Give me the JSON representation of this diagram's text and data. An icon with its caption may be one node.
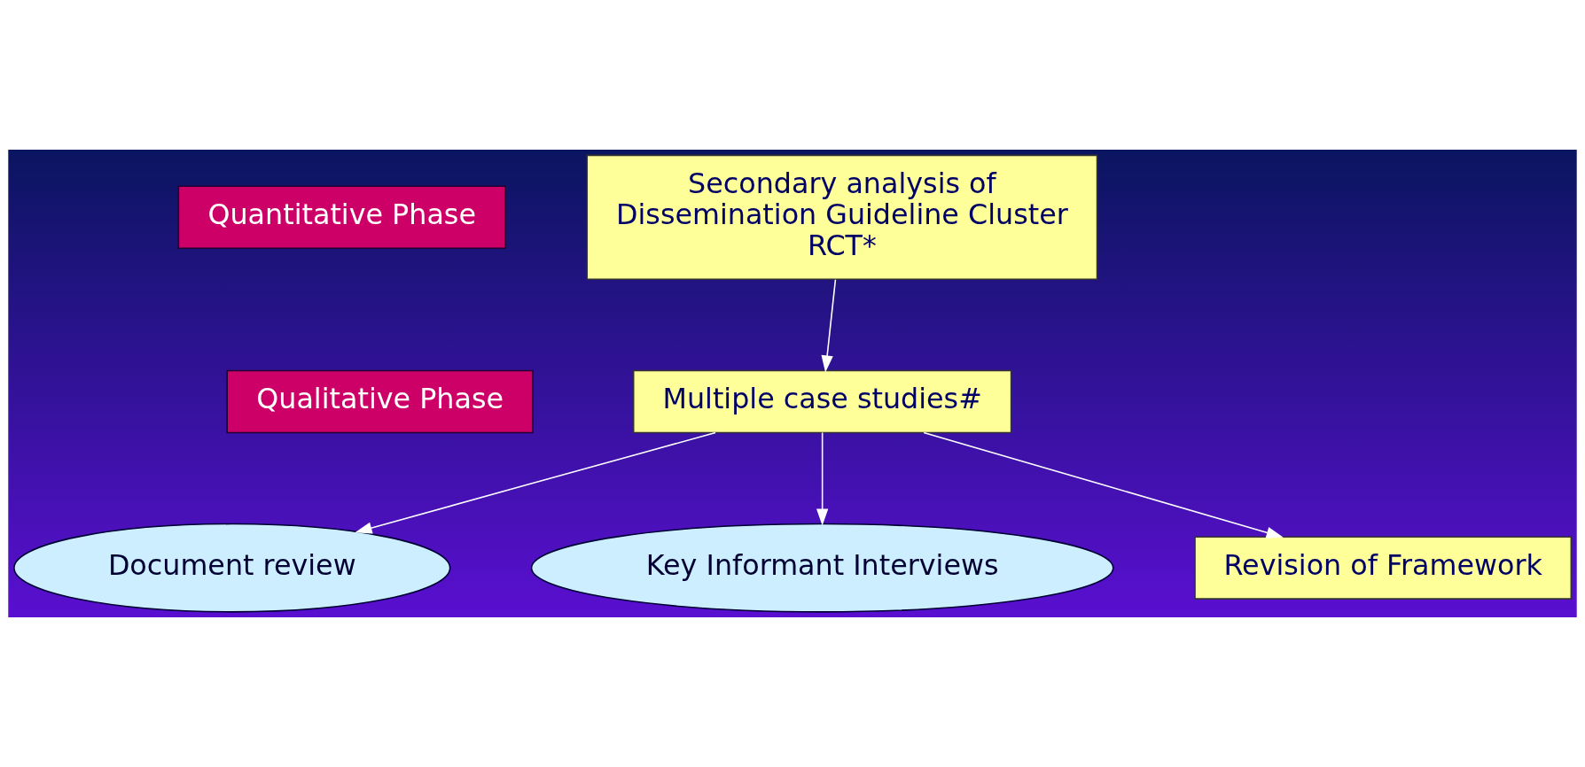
{
  "diagram": {
    "nodes": [
      {
        "text": [
          "Quantitative Phase"
        ]
      },
      {
        "text": [
          "Secondary analysis of Dissemination Guideline Cluster RCT*"
        ]
      },
      {
        "text": [
          "Qualitative Phase"
        ]
      },
      {
        "text": [
          "Multiple case studies#"
        ]
      },
      {
        "text": [
          "Document review"
        ]
      },
      {
        "text": [
          "Key Informant Interviews"
        ]
      },
      {
        "text": [
          "Revision of Framework"
        ]
      }
    ],
    "edges": [
      {
        "from": 1,
        "to": 3,
        "arrow": "to"
      },
      {
        "from": 3,
        "to": 4,
        "arrow": "to"
      },
      {
        "from": 3,
        "to": 5,
        "arrow": "to"
      },
      {
        "from": 3,
        "to": 6,
        "arrow": "to"
      }
    ]
  }
}
